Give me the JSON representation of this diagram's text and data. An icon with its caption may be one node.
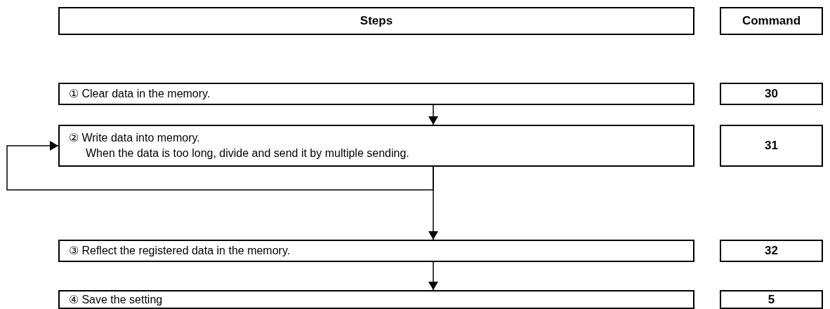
{
  "diagram": {
    "nodes": [
      {
        "text": [
          "Steps"
        ]
      },
      {
        "text": [
          "Command"
        ]
      },
      {
        "text": [
          "① Clear data in the memory."
        ]
      },
      {
        "text": [
          "30"
        ]
      },
      {
        "text": [
          "② Write data into memory.",
          "When the data is too long, divide and send it by multiple sending."
        ]
      },
      {
        "text": [
          "31"
        ]
      },
      {
        "text": [
          "③ Reflect the registered data in the memory."
        ]
      },
      {
        "text": [
          "32"
        ]
      },
      {
        "text": [
          "④ Save the setting"
        ]
      },
      {
        "text": [
          "5"
        ]
      }
    ],
    "edges": [
      {
        "from": 2,
        "to": 4,
        "arrow": "to"
      },
      {
        "from": 4,
        "to": 6,
        "arrow": "to"
      },
      {
        "from": 4,
        "to": 4,
        "arrow": "to"
      },
      {
        "from": 6,
        "to": 8,
        "arrow": "to"
      }
    ]
  }
}
